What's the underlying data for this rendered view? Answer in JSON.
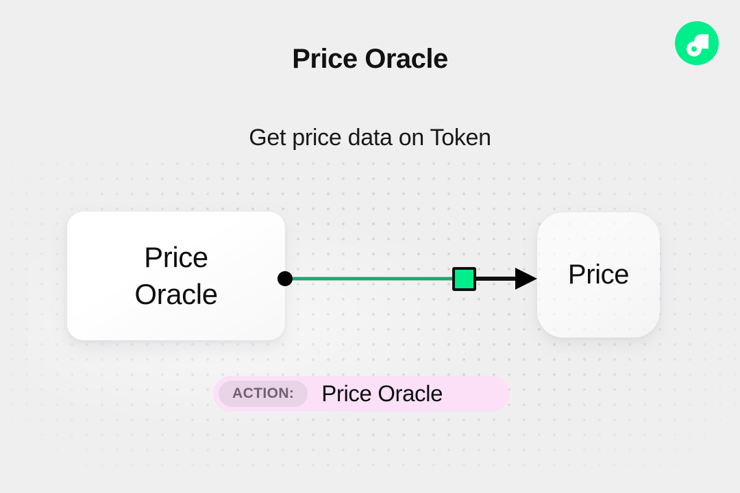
{
  "header": {
    "title": "Price Oracle",
    "subtitle": "Get price data on Token",
    "logo_icon": "flow-logo-icon",
    "logo_color": "#00ef8b"
  },
  "graph": {
    "source_node": {
      "label_line1": "Price",
      "label_line2": "Oracle",
      "name": "price-oracle-node"
    },
    "target_node": {
      "label": "Price",
      "name": "price-node"
    },
    "edge": {
      "name": "price-oracle-to-price-edge",
      "start_dot_color": "#000000",
      "line_color": "#111111",
      "arrow_color": "#000000",
      "mid_node_color": "#00ef8b",
      "mid_node_border": "#111111"
    }
  },
  "action": {
    "key_label": "ACTION:",
    "value_label": "Price Oracle",
    "badge_color": "#fbe0f7",
    "key_pill_color": "#e9d3e6",
    "key_text_color": "#6f6173"
  },
  "canvas": {
    "background_color": "#efefef",
    "dot_color": "#d2d2d2"
  }
}
